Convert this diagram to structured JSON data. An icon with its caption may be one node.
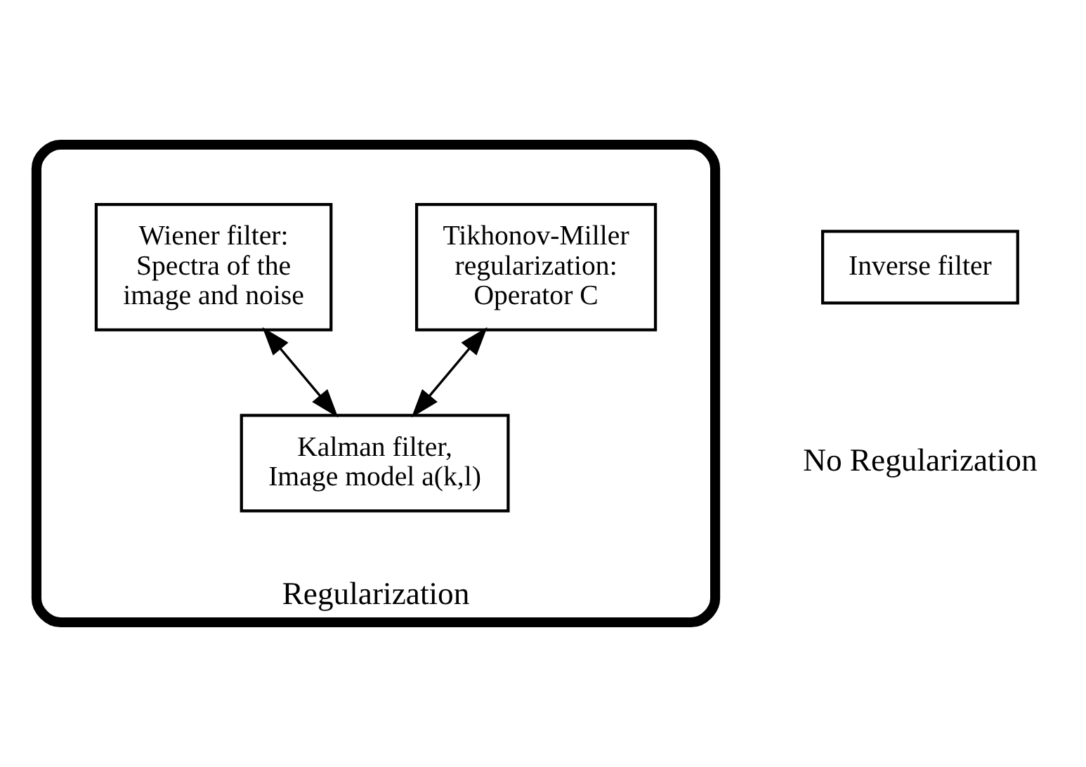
{
  "diagram": {
    "nodes": [
      {
        "text": [
          "Regularization"
        ]
      },
      {
        "text": [
          "Kalman filter,",
          "Image model a(k,l)"
        ],
        "in": 0
      },
      {
        "text": [
          "Tikhonov-Miller regularization:",
          "Operator C"
        ],
        "in": 0
      },
      {
        "text": [
          "Wiener filter:",
          "Spectra of the image and noise"
        ],
        "in": 0
      },
      {
        "text": [
          "Inverse filter"
        ]
      }
    ],
    "edges": [
      {
        "from": 2,
        "to": 1,
        "arrow": "both"
      },
      {
        "from": 3,
        "to": 1,
        "arrow": "both"
      }
    ],
    "labels": [
      "No Regularization"
    ]
  }
}
